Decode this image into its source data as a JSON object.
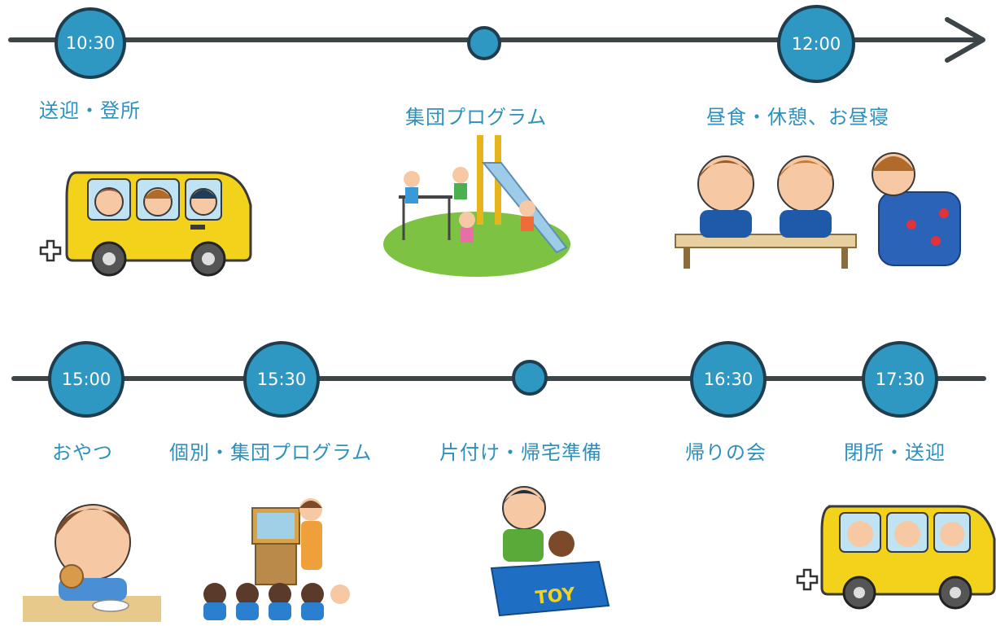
{
  "colors": {
    "line": "#3d4548",
    "node": "#2e97c2",
    "node_border": "#1f3d4d",
    "label": "#2e90bd"
  },
  "row1": {
    "nodes": [
      {
        "time": "10:30"
      },
      {
        "time": ""
      },
      {
        "time": "12:00"
      }
    ],
    "labels": [
      "送迎・登所",
      "集団プログラム",
      "昼食・休憩、お昼寝"
    ],
    "arrow_icon": "arrow-head-icon"
  },
  "row2": {
    "nodes": [
      {
        "time": "15:00"
      },
      {
        "time": "15:30"
      },
      {
        "time": ""
      },
      {
        "time": "16:30"
      },
      {
        "time": "17:30"
      }
    ],
    "labels": [
      "おやつ",
      "個別・集団プログラム",
      "片付け・帰宅準備",
      "帰りの会",
      "閉所・送迎"
    ]
  },
  "illustrations": {
    "toy_box_text": "TOY"
  }
}
